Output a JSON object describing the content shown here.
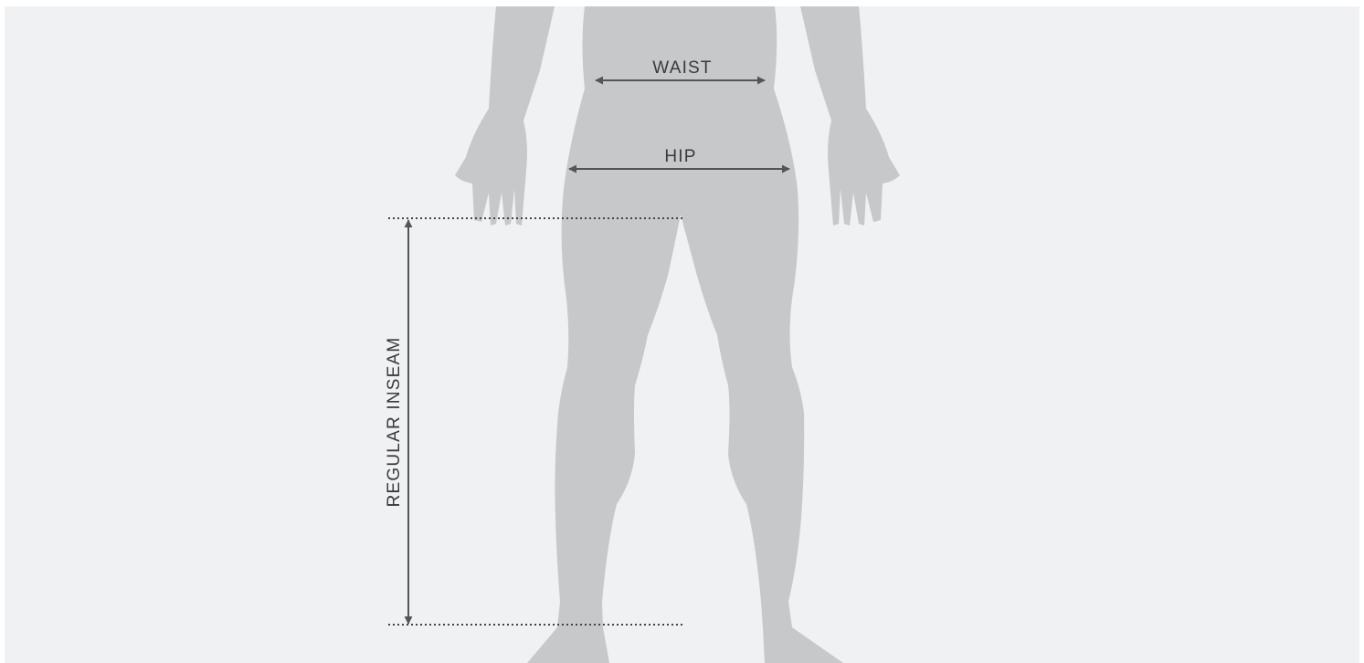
{
  "labels": {
    "waist": "WAIST",
    "hip": "HIP",
    "inseam": "REGULAR INSEAM"
  },
  "colors": {
    "background": "#f0f1f3",
    "silhouette": "#c7c8ca",
    "arrow": "#555555",
    "text": "#3a3a3a"
  }
}
